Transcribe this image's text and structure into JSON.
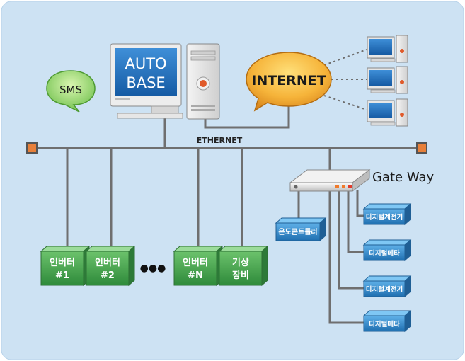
{
  "monitor": {
    "line1": "AUTO",
    "line2": "BASE"
  },
  "sms": {
    "label": "SMS"
  },
  "internet": {
    "label": "INTERNET"
  },
  "network": {
    "bus_label": "ETHERNET"
  },
  "gateway": {
    "label": "Gate Way"
  },
  "temperature_controller": {
    "label": "온도콘트롤러"
  },
  "field_devices": [
    {
      "line1": "인버터",
      "line2": "#1"
    },
    {
      "line1": "인버터",
      "line2": "#2"
    },
    {
      "line1": "인버터",
      "line2": "#N"
    },
    {
      "line1": "기상",
      "line2": "장비"
    }
  ],
  "ellipsis": "●●●",
  "meters": [
    {
      "label": "디지털계전기"
    },
    {
      "label": "디지털메타"
    },
    {
      "label": "디지털계전기"
    },
    {
      "label": "디지털메타"
    }
  ],
  "colors": {
    "background": "#cde2f3",
    "device_green": "#3f9c46",
    "meter_blue": "#2d86c9",
    "internet_orange": "#f2a22d",
    "sms_green": "#8fd06a",
    "bus_gray": "#6f6f6f"
  }
}
